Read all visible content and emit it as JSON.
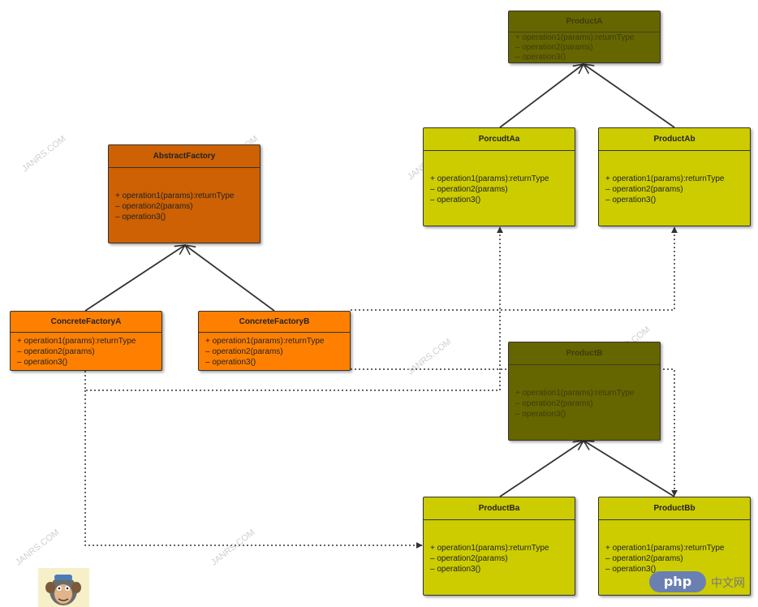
{
  "watermark": "JANRS.COM",
  "colors": {
    "abstract_factory": "#cd6103",
    "concrete_factory": "#ff8000",
    "abstract_product": "#666600",
    "concrete_product": "#cccc00",
    "line": "#333333"
  },
  "classes": {
    "abstract_factory": {
      "name": "AbstractFactory",
      "ops": [
        "+ operation1(params):returnType",
        "– operation2(params)",
        "– operation3()"
      ]
    },
    "factory_a": {
      "name": "ConcreteFactoryA",
      "ops": [
        "+ operation1(params):returnType",
        "– operation2(params)",
        "– operation3()"
      ]
    },
    "factory_b": {
      "name": "ConcreteFactoryB",
      "ops": [
        "+ operation1(params):returnType",
        "– operation2(params)",
        "– operation3()"
      ]
    },
    "product_a": {
      "name": "ProductA",
      "ops": [
        "+ operation1(params):returnType",
        "– operation2(params)",
        "– operation3()"
      ]
    },
    "product_aa": {
      "name": "PorcudtAa",
      "ops": [
        "+ operation1(params):returnType",
        "– operation2(params)",
        "– operation3()"
      ]
    },
    "product_ab": {
      "name": "ProductAb",
      "ops": [
        "+ operation1(params):returnType",
        "– operation2(params)",
        "– operation3()"
      ]
    },
    "product_b": {
      "name": "ProductB",
      "ops": [
        "+ operation1(params):returnType",
        "– operation2(params)",
        "– operation3()"
      ]
    },
    "product_ba": {
      "name": "ProductBa",
      "ops": [
        "+ operation1(params):returnType",
        "– operation2(params)",
        "– operation3()"
      ]
    },
    "product_bb": {
      "name": "ProductBb",
      "ops": [
        "+ operation1(params):returnType",
        "– operation2(params)",
        "– operation3()"
      ]
    }
  },
  "logo": {
    "php": "php",
    "cn": "中文网"
  }
}
